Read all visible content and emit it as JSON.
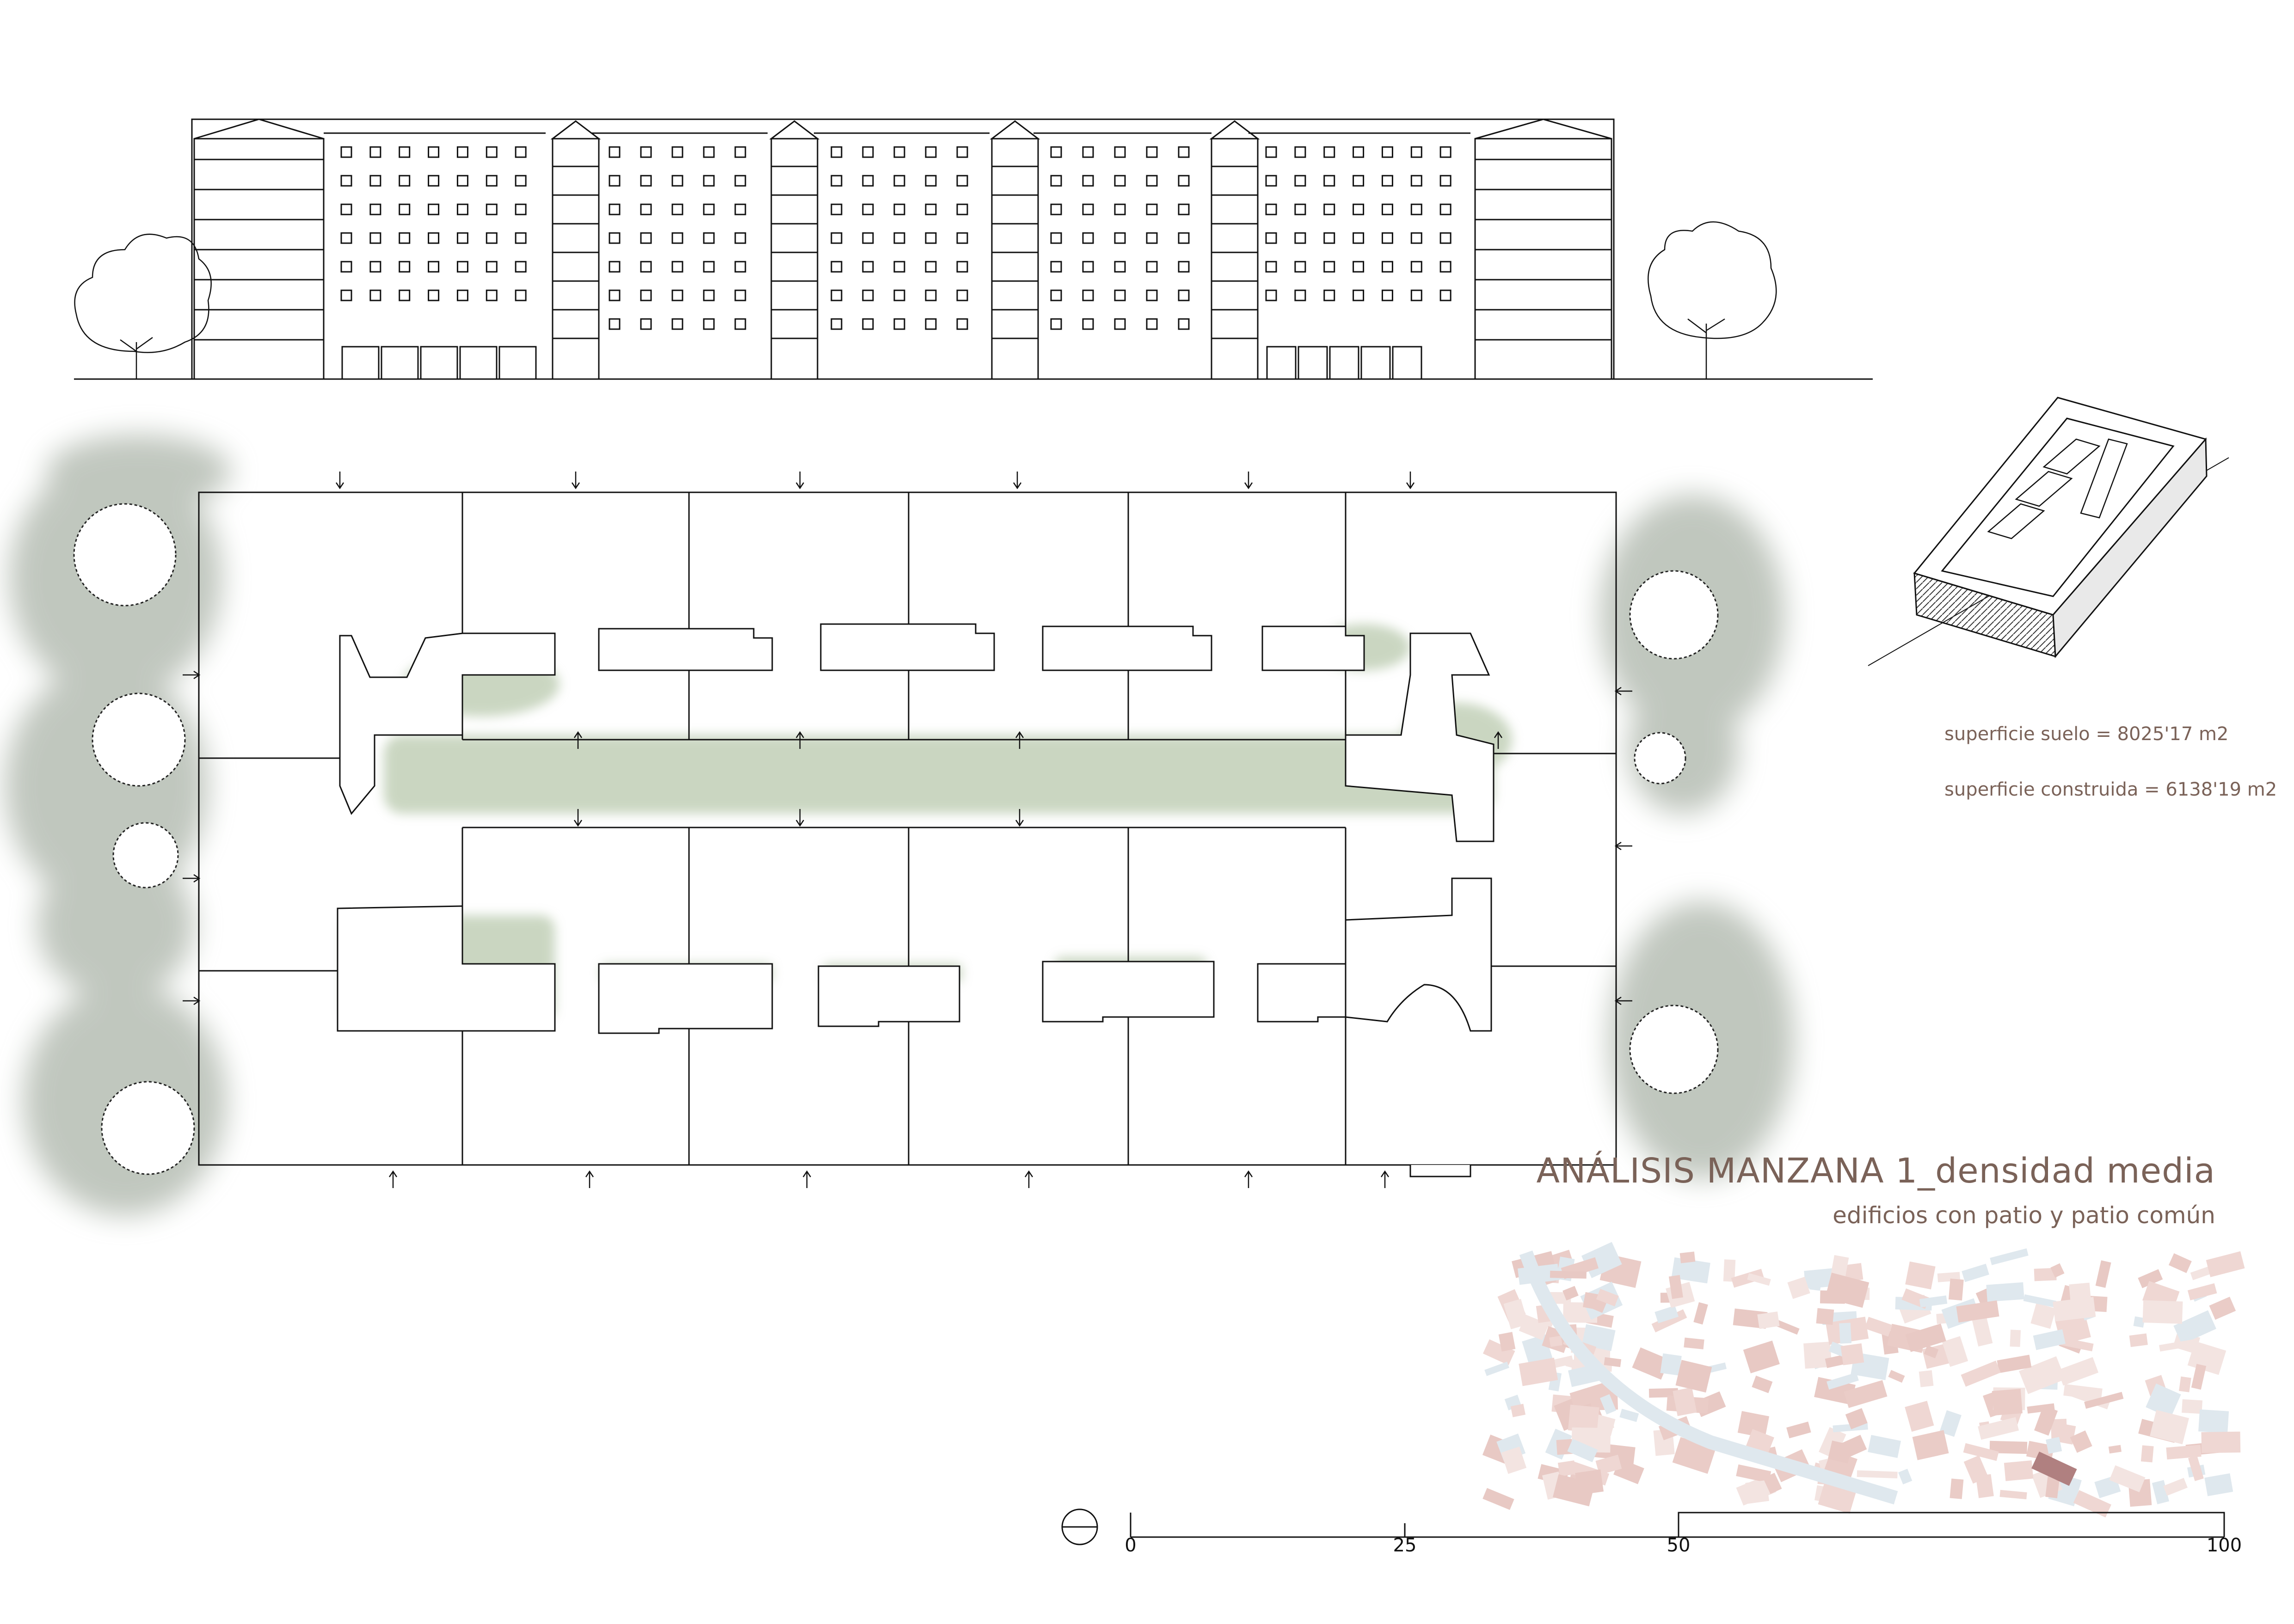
{
  "annotations": {
    "superficie_suelo": "superficie suelo = 8025'17 m2",
    "superficie_construida": "superficie construida = 6138'19 m2"
  },
  "title": {
    "main": "ANÁLISIS MANZANA 1_densidad media",
    "sub": "edificios con patio y patio común"
  },
  "scale_bar": {
    "labels": [
      "0",
      "25",
      "50",
      "100"
    ],
    "stops": [
      0,
      25,
      50,
      100
    ]
  },
  "colors": {
    "line": "#111111",
    "vegetation": "#9cb18f",
    "shadow": "#8e9a8a",
    "text": "#7a6258",
    "city_block": "#e8c9c4",
    "highlight_block": "#b08080"
  }
}
